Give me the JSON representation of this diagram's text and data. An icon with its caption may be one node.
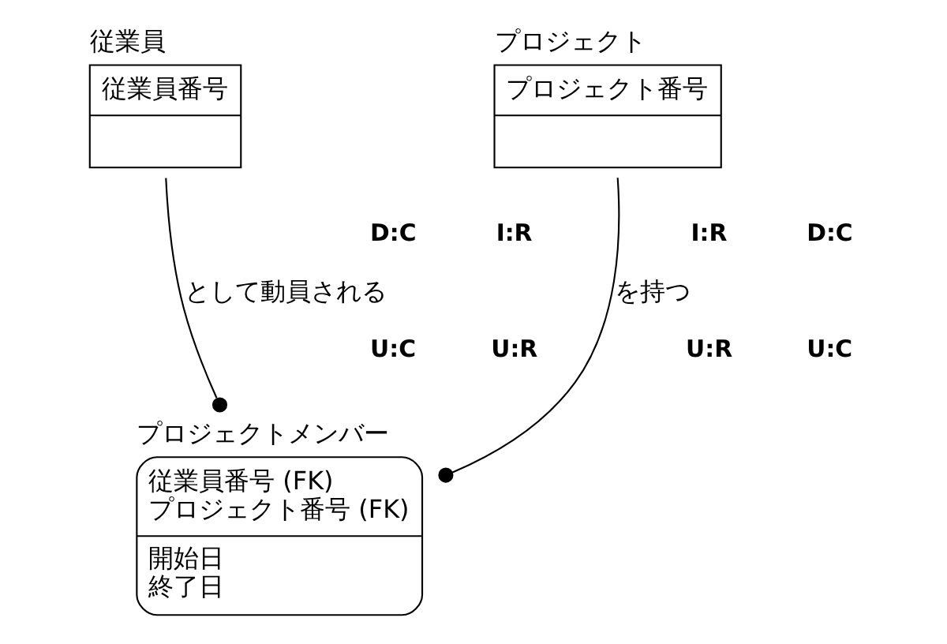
{
  "diagram": {
    "nodes": [
      {
        "text": [
          "従業員",
          "従業員番号"
        ]
      },
      {
        "text": [
          "プロジェクト",
          "プロジェクト番号"
        ]
      },
      {
        "text": [
          "プロジェクトメンバー",
          "従業員番号 (FK)",
          "プロジェクト番号 (FK)",
          "開始日",
          "終了日"
        ]
      }
    ],
    "edges": [
      {
        "from": 0,
        "to": 2,
        "arrow": "other",
        "label": "として動員される"
      },
      {
        "from": 1,
        "to": 2,
        "arrow": "other",
        "label": "を持つ"
      }
    ],
    "labels": [
      "D:C",
      "U:C",
      "I:R",
      "U:R",
      "I:R",
      "U:R",
      "D:C",
      "U:C"
    ]
  }
}
